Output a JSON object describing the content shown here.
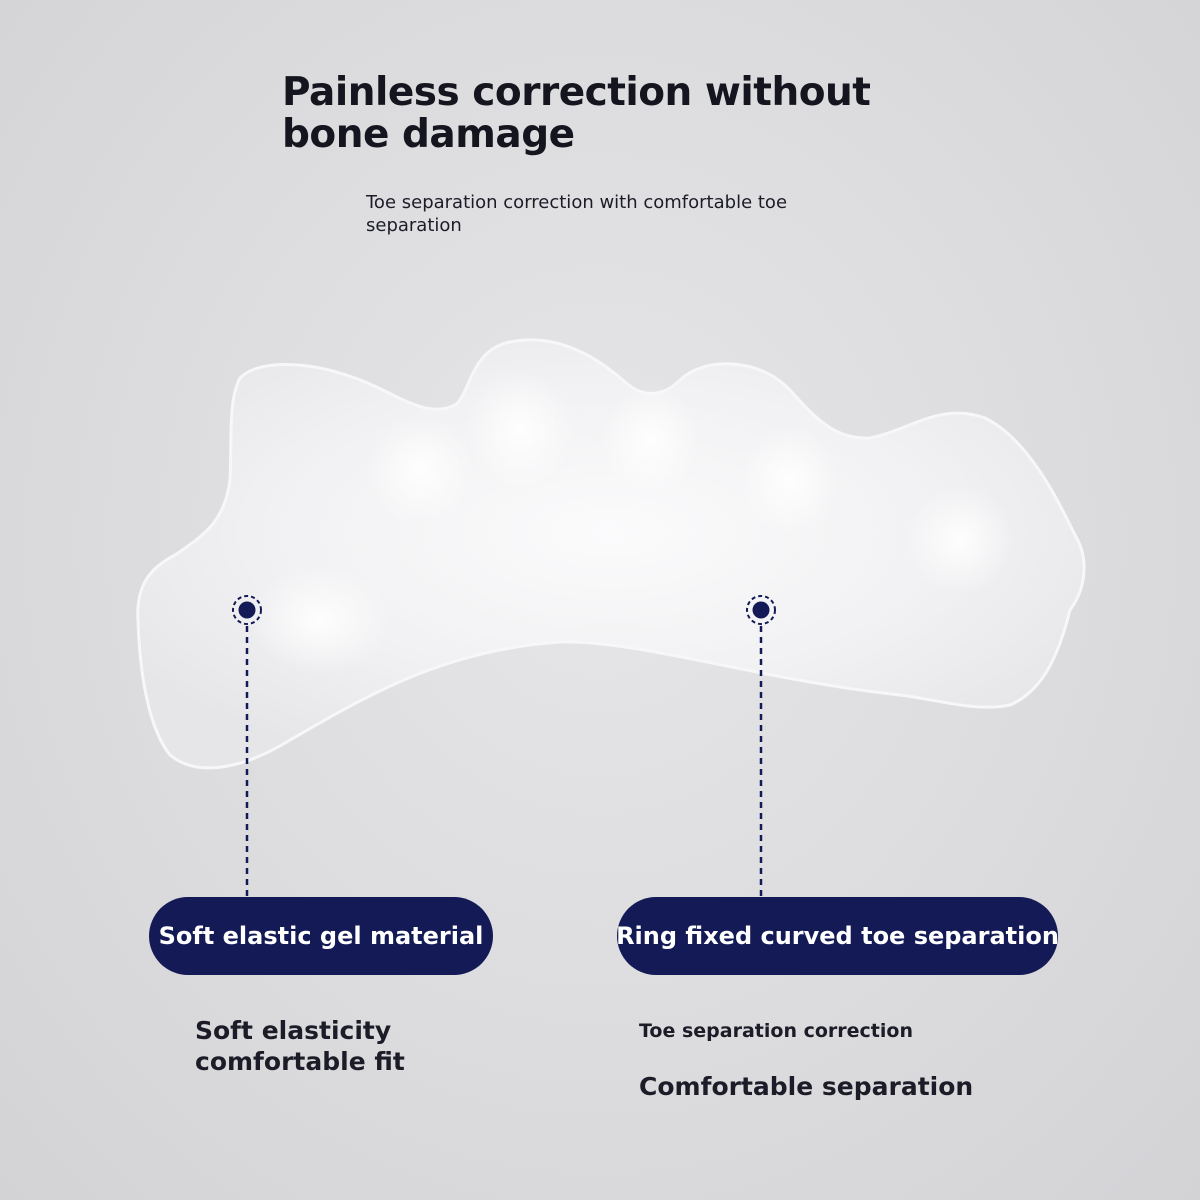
{
  "header": {
    "title": "Painless correction without bone damage",
    "subtitle": "Toe separation correction with comfortable toe separation"
  },
  "product": {
    "icon": "gel-toe-separator-image",
    "callout_color": "#141a56"
  },
  "features": [
    {
      "label": "Soft elastic gel material",
      "details": [
        "Soft elasticity comfortable fit"
      ]
    },
    {
      "label": "Ring fixed curved toe separation",
      "details": [
        "Toe separation correction",
        "Comfortable separation"
      ]
    }
  ]
}
